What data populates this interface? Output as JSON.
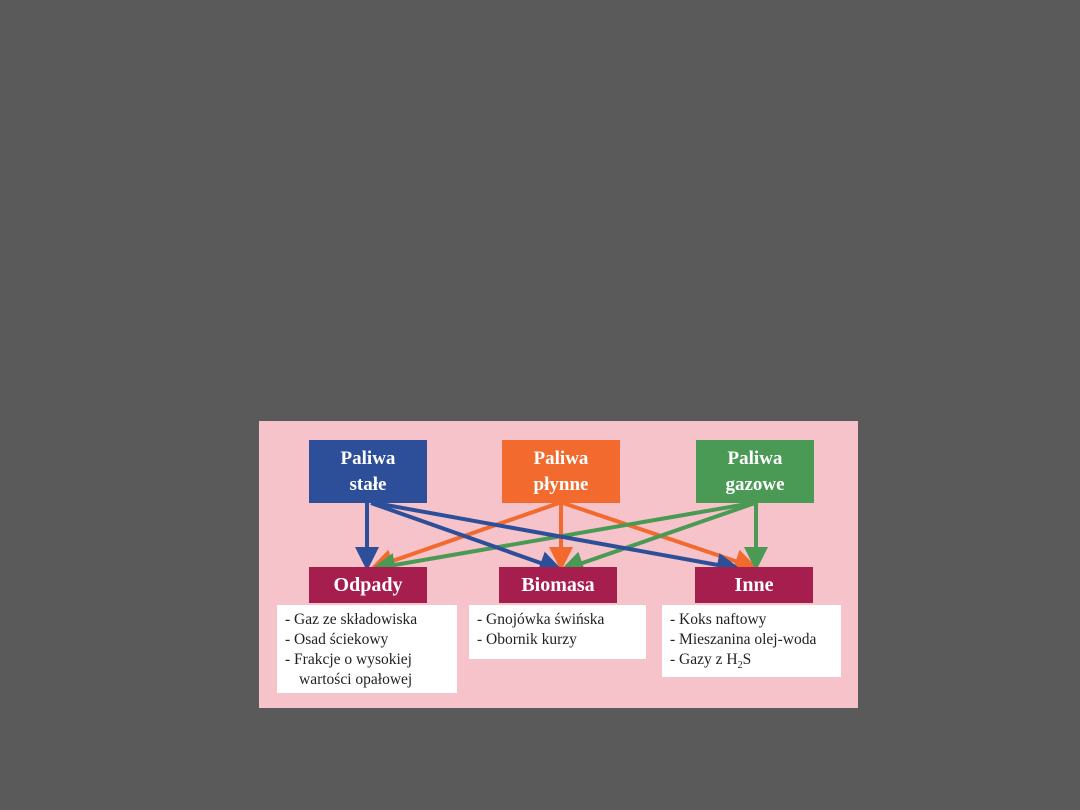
{
  "colors": {
    "stale": "#2d4f9a",
    "plynne": "#f26a2e",
    "gazowe": "#4a9a55",
    "target": "#a61e4d",
    "background": "#f5c3c9",
    "page": "#5a5a5a"
  },
  "sources": [
    {
      "line1": "Paliwa",
      "line2": "stałe"
    },
    {
      "line1": "Paliwa",
      "line2": "płynne"
    },
    {
      "line1": "Paliwa",
      "line2": "gazowe"
    }
  ],
  "targets": [
    {
      "label": "Odpady",
      "items": [
        "- Gaz ze składowiska",
        "- Osad ściekowy",
        "- Frakcje o wysokiej",
        "wartości opałowej"
      ]
    },
    {
      "label": "Biomasa",
      "items": [
        "- Gnojówka świńska",
        "- Obornik kurzy"
      ]
    },
    {
      "label": "Inne",
      "items": [
        "- Koks naftowy",
        "- Mieszanina olej-woda",
        "- Gazy z H",
        "2",
        "S"
      ]
    }
  ]
}
